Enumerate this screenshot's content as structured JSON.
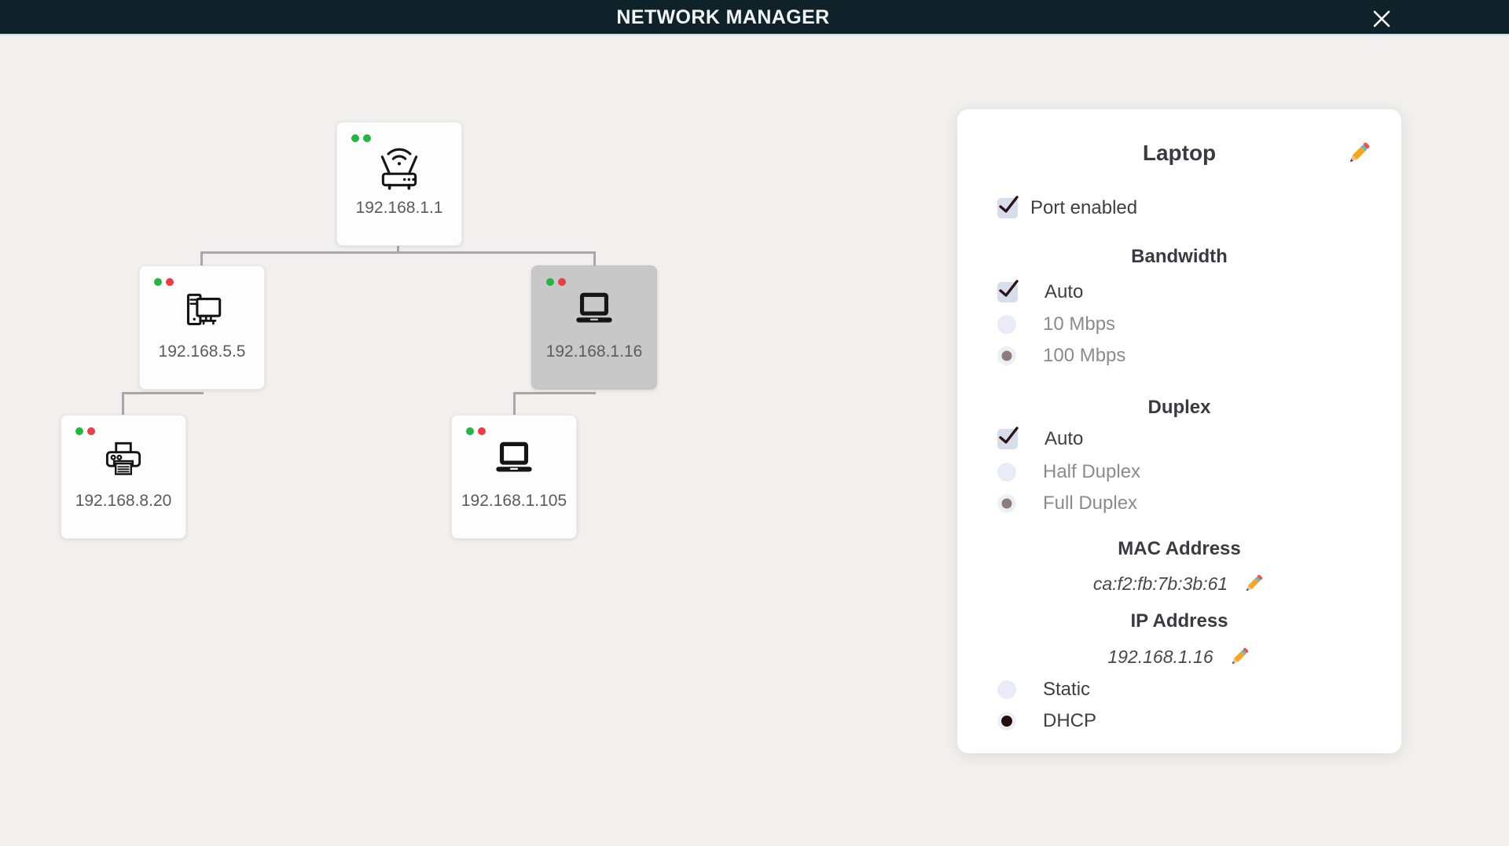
{
  "header": {
    "title": "NETWORK MANAGER"
  },
  "topology": {
    "nodes": [
      {
        "name": "Router",
        "icon": "wifi-router-icon",
        "ip": "192.168.1.1",
        "dots": [
          "green",
          "green"
        ],
        "state": "normal"
      },
      {
        "name": "Desktop",
        "icon": "desktop-computer-icon",
        "ip": "192.168.5.5",
        "dots": [
          "green",
          "red"
        ],
        "state": "normal"
      },
      {
        "name": "Laptop",
        "icon": "laptop-icon",
        "ip": "192.168.1.16",
        "dots": [
          "green",
          "red"
        ],
        "state": "selected"
      },
      {
        "name": "Printer",
        "icon": "printer-icon",
        "ip": "192.168.8.20",
        "dots": [
          "green",
          "red"
        ],
        "state": "normal"
      },
      {
        "name": "Laptop",
        "icon": "laptop-icon",
        "ip": "192.168.1.105",
        "dots": [
          "green",
          "red"
        ],
        "state": "normal"
      }
    ]
  },
  "panel": {
    "title": "Laptop",
    "port_enabled": {
      "label": "Port enabled",
      "state": "checked"
    },
    "bandwidth": {
      "heading": "Bandwidth",
      "options": [
        {
          "label": "Auto",
          "control": "checkbox",
          "state": "checked"
        },
        {
          "label": "10 Mbps",
          "control": "radio",
          "state": "unselected"
        },
        {
          "label": "100 Mbps",
          "control": "radio",
          "state": "selected-muted"
        }
      ]
    },
    "duplex": {
      "heading": "Duplex",
      "options": [
        {
          "label": "Auto",
          "control": "checkbox",
          "state": "checked"
        },
        {
          "label": "Half Duplex",
          "control": "radio",
          "state": "unselected"
        },
        {
          "label": "Full Duplex",
          "control": "radio",
          "state": "selected-muted"
        }
      ]
    },
    "mac": {
      "heading": "MAC Address",
      "value": "ca:f2:fb:7b:3b:61"
    },
    "ip": {
      "heading": "IP Address",
      "value": "192.168.1.16"
    },
    "ip_mode": {
      "options": [
        {
          "label": "Static",
          "control": "radio",
          "state": "unselected"
        },
        {
          "label": "DHCP",
          "control": "radio",
          "state": "selected-strong"
        }
      ]
    }
  },
  "colors": {
    "header_bg": "#0f2129",
    "page_bg": "#f1f0ee",
    "selected_node_bg": "#c8c8c8",
    "connector": "#a8a8ac",
    "status_green": "#24b543",
    "status_red": "#ea3d4b",
    "check_mark": "#2b1214",
    "radio_muted_dot": "#8d7c7c",
    "radio_strong_dot": "#250d10"
  }
}
